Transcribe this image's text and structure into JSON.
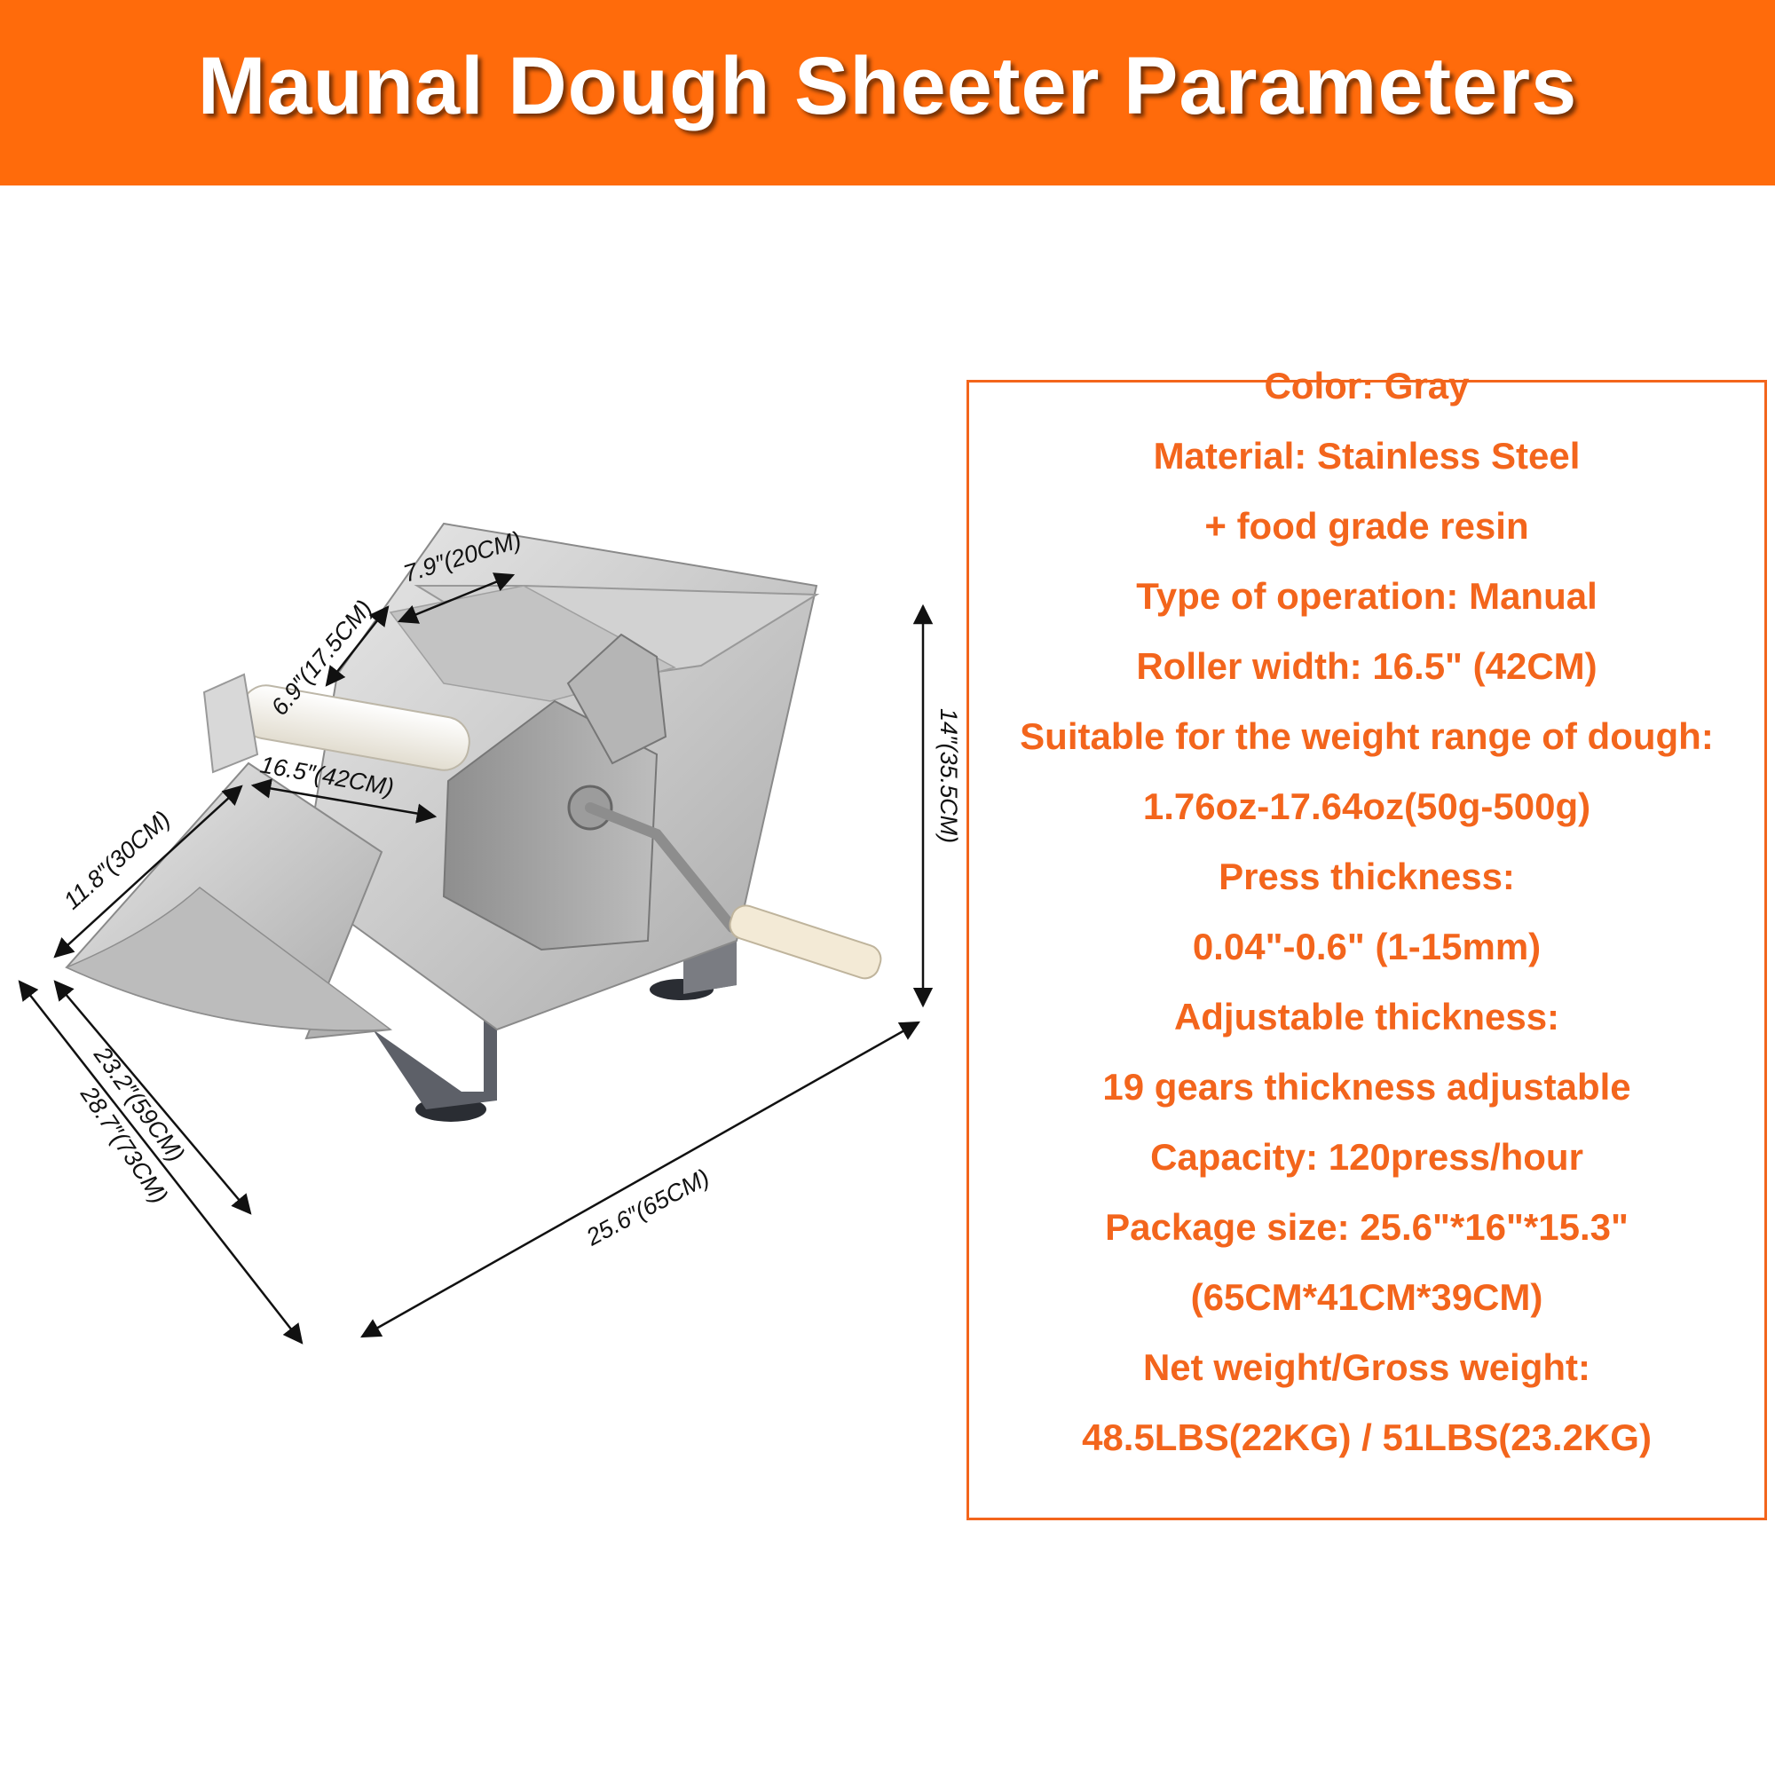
{
  "banner": {
    "title": "Maunal Dough Sheeter Parameters",
    "background_color": "#ff6b0b",
    "text_color": "#ffffff"
  },
  "dimensions": {
    "top_width": "7.9″(20CM)",
    "top_depth": "6.9″(17.5CM)",
    "roller_width": "16.5″(42CM)",
    "height": "14″(35.5CM)",
    "tray_length": "11.8″(30CM)",
    "depth_inner": "23.2″(59CM)",
    "depth_outer": "28.7″(73CM)",
    "length": "25.6″(65CM)"
  },
  "specs": {
    "accent_color": "#f3651c",
    "lines": [
      "Color: Gray",
      "Material: Stainless Steel",
      "+ food grade resin",
      "Type of operation: Manual",
      "Roller width: 16.5\" (42CM)",
      "Suitable for the weight range of dough:",
      "1.76oz-17.64oz(50g-500g)",
      "Press thickness:",
      "0.04\"-0.6\" (1-15mm)",
      "Adjustable thickness:",
      "19 gears thickness adjustable",
      "Capacity: 120press/hour",
      "Package size: 25.6\"*16\"*15.3\"",
      "(65CM*41CM*39CM)",
      "Net weight/Gross weight:",
      "48.5LBS(22KG) / 51LBS(23.2KG)"
    ]
  }
}
